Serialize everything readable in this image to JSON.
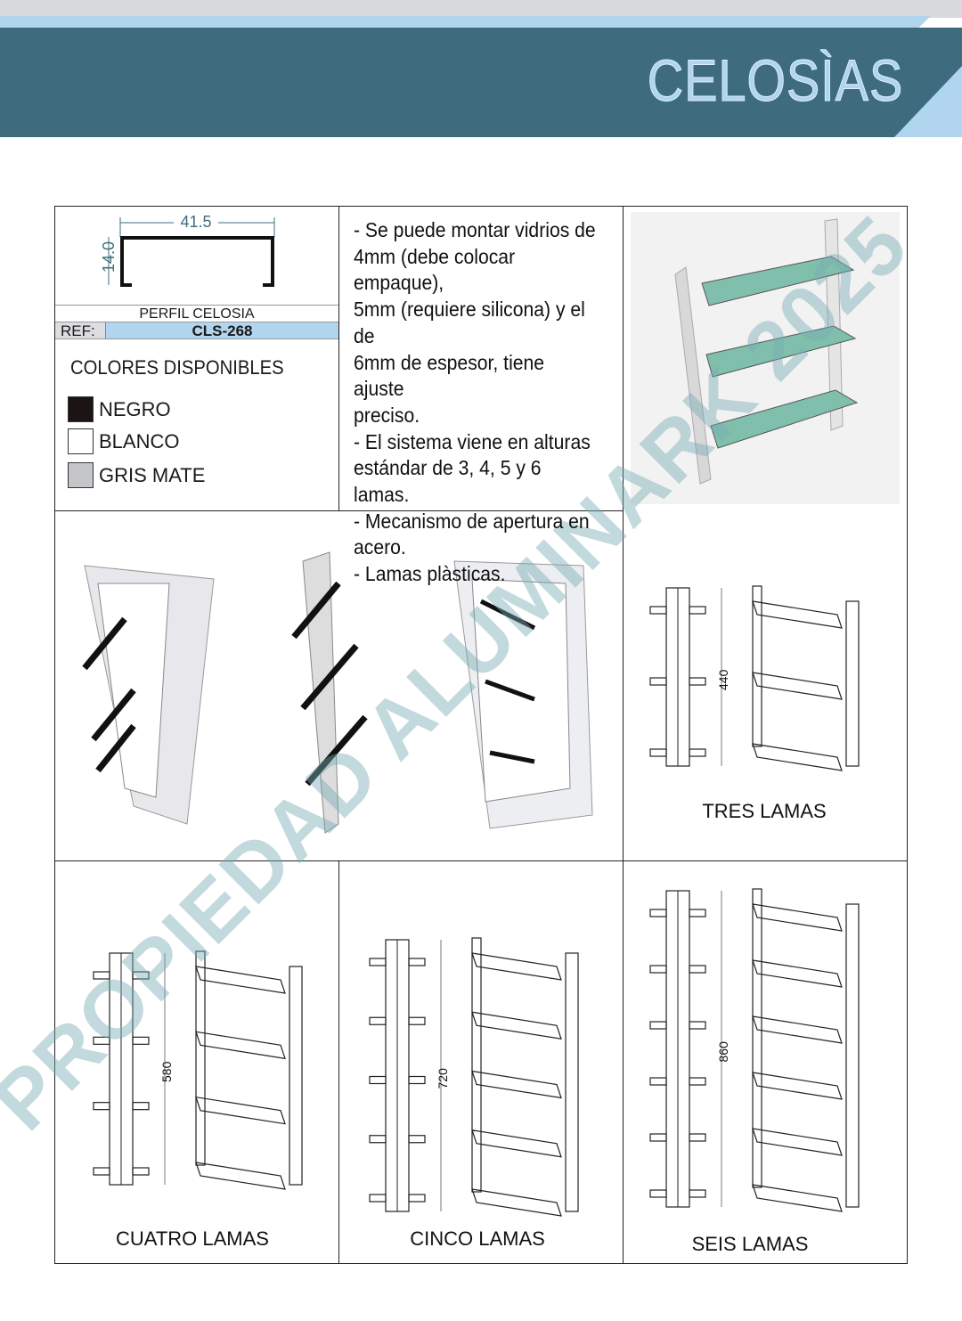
{
  "header": {
    "title": "CELOSÌAS"
  },
  "profile": {
    "width_dim": "41.5",
    "height_dim": "14.0",
    "label": "PERFIL CELOSIA",
    "ref_label": "REF:",
    "ref_value": "CLS-268"
  },
  "colors": {
    "title": "COLORES DISPONIBLES",
    "items": [
      {
        "name": "NEGRO",
        "color": "#1c1412"
      },
      {
        "name": "BLANCO",
        "color": "#ffffff"
      },
      {
        "name": "GRIS MATE",
        "color": "#c5c6ca"
      }
    ]
  },
  "description": [
    "- Se puede montar vidrios de",
    "4mm (debe colocar empaque),",
    "5mm (requiere silicona) y el de",
    "6mm de espesor, tiene ajuste",
    "preciso.",
    "- El sistema viene en alturas",
    "estándar de 3, 4, 5 y 6 lamas.",
    "- Mecanismo de apertura en",
    "acero.",
    "- Lamas plàsticas."
  ],
  "variants": [
    {
      "caption": "TRES LAMAS",
      "height": "440",
      "lamas": 3
    },
    {
      "caption": "CUATRO LAMAS",
      "height": "580",
      "lamas": 4
    },
    {
      "caption": "CINCO LAMAS",
      "height": "720",
      "lamas": 5
    },
    {
      "caption": "SEIS LAMAS",
      "height": "860",
      "lamas": 6
    }
  ],
  "watermark": "PROPIEDAD ALUMINARK 2025",
  "accent": "#3e6c7e",
  "light_accent": "#b1d5ee"
}
